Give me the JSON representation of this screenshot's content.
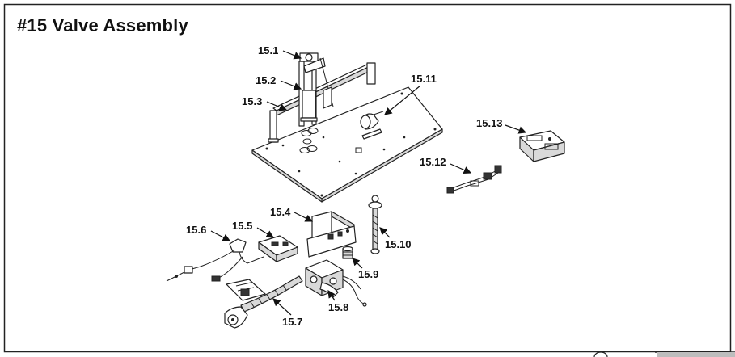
{
  "title": "#15 Valve Assembly",
  "callouts": {
    "c15_1": "15.1",
    "c15_2": "15.2",
    "c15_3": "15.3",
    "c15_4": "15.4",
    "c15_5": "15.5",
    "c15_6": "15.6",
    "c15_7": "15.7",
    "c15_8": "15.8",
    "c15_9": "15.9",
    "c15_10": "15.10",
    "c15_11": "15.11",
    "c15_12": "15.12",
    "c15_13": "15.13"
  }
}
